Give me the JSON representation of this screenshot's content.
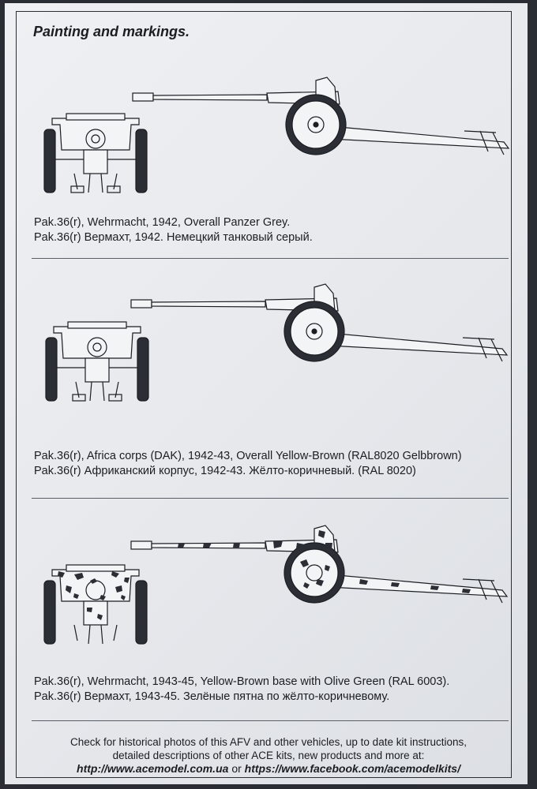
{
  "title": "Painting and markings.",
  "schemes": [
    {
      "line_en": "Pak.36(r), Wehrmacht, 1942, Overall Panzer Grey.",
      "line_ru": "Pak.36(r) Вермахт, 1942. Немецкий танковый серый."
    },
    {
      "line_en": "Pak.36(r), Africa corps (DAK), 1942-43, Overall Yellow-Brown (RAL8020 Gelbbrown)",
      "line_ru": "Pak.36(r) Африканский корпус, 1942-43. Жёлто-коричневый. (RAL 8020)"
    },
    {
      "line_en": "Pak.36(r), Wehrmacht, 1943-45, Yellow-Brown base with Olive Green (RAL 6003).",
      "line_ru": "Pak.36(r) Вермахт, 1943-45. Зелёные пятна по жёлто-коричневому."
    }
  ],
  "footer": {
    "line1": "Check for historical photos of this AFV and  other vehicles, up to date kit instructions,",
    "line2": "detailed descriptions of other ACE kits, new products and more at:",
    "link1": "http://www.acemodel.com.ua",
    "or": "or",
    "link2": "https://www.facebook.com/acemodelkits/"
  },
  "colors": {
    "paper": "#e9ebee",
    "ink": "#1a1d22",
    "camo": "#2b2f35"
  }
}
